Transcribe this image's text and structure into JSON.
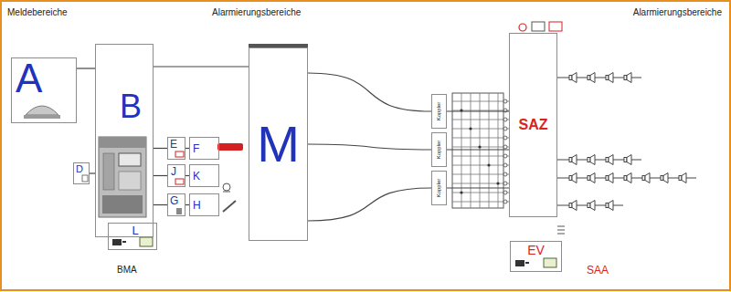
{
  "diagram": {
    "nodes": [
      {
        "text": [
          "A"
        ]
      },
      {
        "text": [
          "B"
        ]
      },
      {
        "text": [
          "D"
        ]
      },
      {
        "text": [
          "E"
        ]
      },
      {
        "text": [
          "F"
        ]
      },
      {
        "text": [
          "J"
        ]
      },
      {
        "text": [
          "K"
        ]
      },
      {
        "text": [
          "G"
        ]
      },
      {
        "text": [
          "H"
        ]
      },
      {
        "text": [
          "L"
        ]
      },
      {
        "text": [
          "M"
        ]
      },
      {
        "text": [
          "Koppler"
        ]
      },
      {
        "text": [
          "Koppler"
        ]
      },
      {
        "text": [
          "Koppler"
        ]
      },
      {
        "text": [
          "SAZ"
        ]
      },
      {
        "text": [
          "EV"
        ]
      }
    ],
    "edges": [
      {
        "from": 0,
        "to": 1,
        "arrow": "none"
      },
      {
        "from": 2,
        "to": 1,
        "arrow": "none"
      },
      {
        "from": 1,
        "to": 3,
        "arrow": "none"
      },
      {
        "from": 3,
        "to": 4,
        "arrow": "none"
      },
      {
        "from": 1,
        "to": 5,
        "arrow": "none"
      },
      {
        "from": 5,
        "to": 6,
        "arrow": "none"
      },
      {
        "from": 1,
        "to": 7,
        "arrow": "none"
      },
      {
        "from": 7,
        "to": 8,
        "arrow": "none"
      },
      {
        "from": 1,
        "to": 10,
        "arrow": "none"
      },
      {
        "from": 10,
        "to": 11,
        "arrow": "none"
      },
      {
        "from": 10,
        "to": 12,
        "arrow": "none"
      },
      {
        "from": 10,
        "to": 13,
        "arrow": "none"
      },
      {
        "from": 11,
        "to": 14,
        "arrow": "none"
      },
      {
        "from": 12,
        "to": 14,
        "arrow": "none"
      },
      {
        "from": 13,
        "to": 14,
        "arrow": "none"
      }
    ],
    "labels": [
      "Meldebereiche",
      "Alarmierungsbereiche",
      "Alarmierungsbereiche",
      "BMA",
      "SAA"
    ]
  }
}
